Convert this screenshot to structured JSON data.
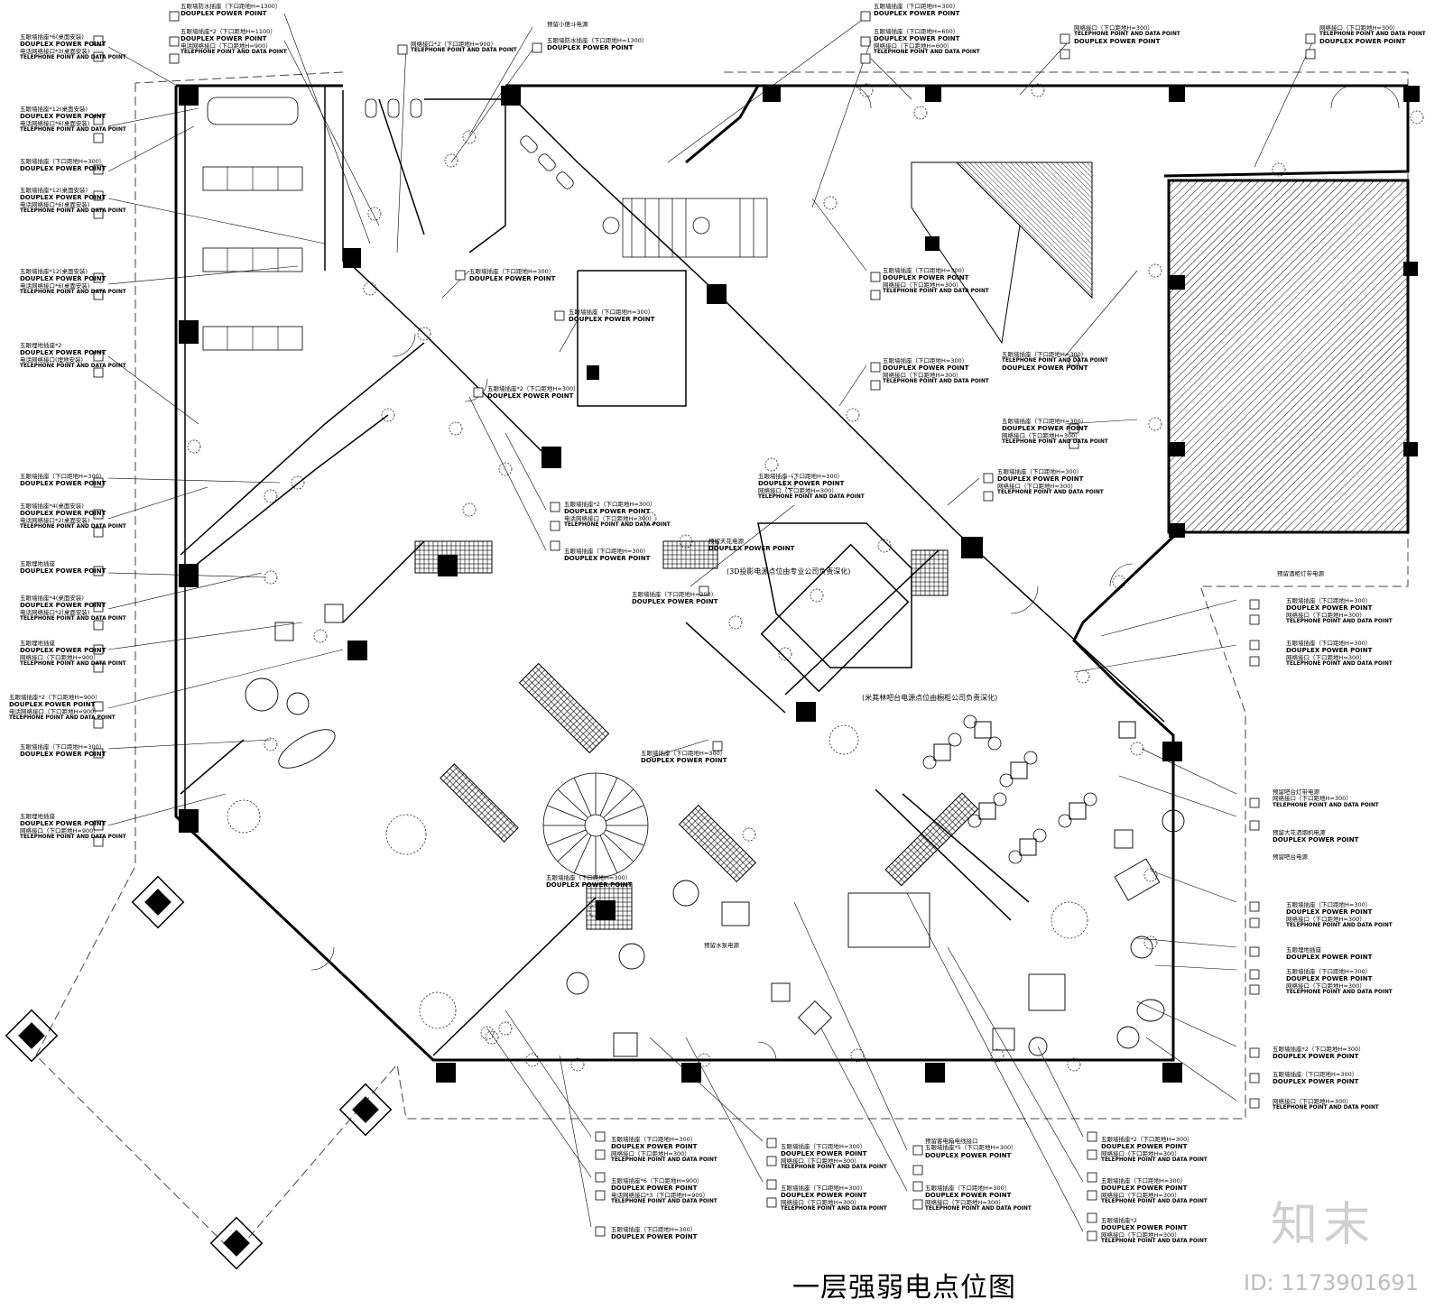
{
  "title": "一层强弱电点位图",
  "watermark": {
    "logo": "知末",
    "id": "ID: 1173901691"
  },
  "notes": {
    "projection": "(3D投影电源点位由专业公司负责深化)",
    "kitchen": "(米其林吧台电源点位由橱柜公司负责深化)",
    "reserved_ceiling": "预留天花电源"
  },
  "labels": {
    "l1": {
      "cn": "五眼墙插座*6(桌面安装)",
      "en": "DOUPLEX POWER POINT"
    },
    "l1b": {
      "cn": "电话网络接口*3(桌面安装)",
      "en": "TELEPHONE POINT AND DATA POINT"
    },
    "l2": {
      "cn": "五眼墙插座*12(桌面安装)",
      "en": "DOUPLEX POWER POINT"
    },
    "l2b": {
      "cn": "电话网络接口*6(桌面安装)",
      "en": "TELEPHONE POINT AND DATA POINT"
    },
    "l3": {
      "cn": "五眼墙插座（下口距地H=300）",
      "en": "DOUPLEX POWER POINT"
    },
    "l4": {
      "cn": "五眼墙插座*12(桌面安装)",
      "en": "DOUPLEX POWER POINT"
    },
    "l4b": {
      "cn": "电话网络接口*6(桌面安装)",
      "en": "TELEPHONE POINT AND DATA POINT"
    },
    "l5": {
      "cn": "五眼墙插座*12(桌面安装)",
      "en": "DOUPLEX POWER POINT"
    },
    "l5b": {
      "cn": "电话网络接口*6(桌面安装)",
      "en": "TELEPHONE POINT AND DATA POINT"
    },
    "l6": {
      "cn": "五眼埋地插座*2",
      "en": "DOUPLEX POWER POINT"
    },
    "l6b": {
      "cn": "电话网络接口(埋地安装)",
      "en": "TELEPHONE POINT AND DATA POINT"
    },
    "l7": {
      "cn": "五眼墙插座（下口距地H=300）",
      "en": "DOUPLEX POWER POINT"
    },
    "l8": {
      "cn": "五眼墙插座*4(桌面安装)",
      "en": "DOUPLEX POWER POINT"
    },
    "l8b": {
      "cn": "电话网络接口*2(桌面安装)",
      "en": "TELEPHONE POINT AND DATA POINT"
    },
    "l9": {
      "cn": "五眼埋地插座",
      "en": "DOUPLEX POWER POINT"
    },
    "l10": {
      "cn": "五眼墙插座*4(桌面安装)",
      "en": "DOUPLEX POWER POINT"
    },
    "l10b": {
      "cn": "电话网络接口*2(桌面安装)",
      "en": "TELEPHONE POINT AND DATA POINT"
    },
    "l11": {
      "cn": "五眼埋地插座",
      "en": "DOUPLEX POWER POINT"
    },
    "l11b": {
      "cn": "网络接口（下口距地H=900）",
      "en": "TELEPHONE POINT AND DATA POINT"
    },
    "l12": {
      "cn": "五眼墙插座*2（下口距地H=900）",
      "en": "DOUPLEX POWER POINT"
    },
    "l12b": {
      "cn": "电话网络接口（下口距地H=900）",
      "en": "TELEPHONE POINT AND DATA POINT"
    },
    "l13": {
      "cn": "五眼墙插座（下口距地H=300）",
      "en": "DOUPLEX POWER POINT"
    },
    "l14": {
      "cn": "五眼埋地插座",
      "en": "DOUPLEX POWER POINT"
    },
    "l14b": {
      "cn": "网络接口（下口距地H=900）",
      "en": "TELEPHONE POINT AND DATA POINT"
    },
    "t1": {
      "cn": "五眼墙防水插座（下口距地H=1300）",
      "en": "DOUPLEX POWER POINT"
    },
    "t2": {
      "cn": "五眼墙插座*2（下口距地H=1100）",
      "en": "DOUPLEX POWER POINT"
    },
    "t2b": {
      "cn": "电话网络接口（下口距地H=900）",
      "en": "TELEPHONE POINT AND DATA POINT"
    },
    "t3": {
      "cn": "网络接口*2（下口距地H=900）",
      "en": "TELEPHONE POINT AND DATA POINT"
    },
    "t4": {
      "cn": "预留小便斗电源",
      "en": ""
    },
    "t5": {
      "cn": "五眼墙防水插座（下口距地H=1300）",
      "en": "DOUPLEX POWER POINT"
    },
    "t6": {
      "cn": "五眼墙插座（下口距地H=300）",
      "en": "DOUPLEX POWER POINT"
    },
    "t7": {
      "cn": "五眼墙插座（下口距地H=600）",
      "en": "DOUPLEX POWER POINT"
    },
    "t7b": {
      "cn": "网络接口（下口距地H=600）",
      "en": "TELEPHONE POINT AND DATA POINT"
    },
    "t8": {
      "cn": "网络接口（下口距地H=300）",
      "en": "TELEPHONE POINT AND DATA POINT"
    },
    "t8b": {
      "cn": "",
      "en": "DOUPLEX POWER POINT"
    },
    "t9": {
      "cn": "网络接口（下口距地H=300）",
      "en": "TELEPHONE POINT AND DATA POINT"
    },
    "t9b": {
      "cn": "",
      "en": "DOUPLEX POWER POINT"
    },
    "m1": {
      "cn": "五眼墙插座（下口距地H=300）",
      "en": "DOUPLEX POWER POINT"
    },
    "m2": {
      "cn": "五眼墙插座（下口距地H=300）",
      "en": "DOUPLEX POWER POINT"
    },
    "m3": {
      "cn": "五眼墙插座*2（下口距地H=300）",
      "en": "DOUPLEX POWER POINT"
    },
    "m4": {
      "cn": "五眼墙插座*2（下口距地H=300）",
      "en": "DOUPLEX POWER POINT"
    },
    "m4b": {
      "cn": "电话网络接口（下口距地H=300）",
      "en": "TELEPHONE POINT AND DATA POINT"
    },
    "m5": {
      "cn": "五眼墙插座（下口距地H=300）",
      "en": "DOUPLEX POWER POINT"
    },
    "m6": {
      "cn": "五眼墙插座（下口距地H=300）",
      "en": "DOUPLEX POWER POINT"
    },
    "m6b": {
      "cn": "网络接口（下口距地H=300）",
      "en": "TELEPHONE POINT AND DATA POINT"
    },
    "m7": {
      "cn": "五眼墙插座（下口距地H=300）",
      "en": "DOUPLEX POWER POINT"
    },
    "m7b": {
      "cn": "网络接口（下口距地H=300）",
      "en": "TELEPHONE POINT AND DATA POINT"
    },
    "m8": {
      "cn": "五眼墙插座（下口距地H=300）",
      "en": "DOUPLEX POWER POINT"
    },
    "m9": {
      "cn": "五眼墙插座（下口距地H=300）",
      "en": "DOUPLEX POWER POINT"
    },
    "m10": {
      "cn": "五眼墙插座（下口距地H=300）",
      "en": "DOUPLEX POWER POINT"
    },
    "m10b": {
      "cn": "网络接口（下口距地H=300）",
      "en": "TELEPHONE POINT AND DATA POINT"
    },
    "m11": {
      "cn": "五眼墙插座（下口距地H=300）",
      "en": "DOUPLEX POWER POINT"
    },
    "m11b": {
      "cn": "网络接口（下口距地H=300）",
      "en": "TELEPHONE POINT AND DATA POINT"
    },
    "m12": {
      "cn": "五眼墙插座（下口距地H=300）",
      "en": "DOUPLEX POWER POINT"
    },
    "m12b": {
      "cn": "网络接口（下口距地H=300）",
      "en": "TELEPHONE POINT AND DATA POINT"
    },
    "m13": {
      "cn": "五眼墙插座（下口距地H=300）",
      "en": "DOUPLEX POWER POINT"
    },
    "m13b": {
      "cn": "网络接口（下口距地H=300）",
      "en": "TELEPHONE POINT AND DATA POINT"
    },
    "m14": {
      "cn": "预留天花电源",
      "en": "DOUPLEX POWER POINT"
    },
    "m15": {
      "cn": "预留水泵电源",
      "en": ""
    },
    "m16": {
      "cn": "五眼墙插座（下口距地H=300）",
      "en": "DOUPLEX POWER POINT"
    },
    "m17": {
      "cn": "预留水泵电源",
      "en": ""
    },
    "r1": {
      "cn": "预留酒柜灯带电源",
      "en": ""
    },
    "r2": {
      "cn": "五眼墙插座（下口距地H=300）",
      "en": "DOUPLEX POWER POINT"
    },
    "r2b": {
      "cn": "网络接口（下口距地H=300）",
      "en": "TELEPHONE POINT AND DATA POINT"
    },
    "r3": {
      "cn": "五眼墙插座（下口距地H=300）",
      "en": "DOUPLEX POWER POINT"
    },
    "r3b": {
      "cn": "网络接口（下口距地H=300）",
      "en": "TELEPHONE POINT AND DATA POINT"
    },
    "r4": {
      "cn": "预留吧台灯带电源",
      "en": ""
    },
    "r4b": {
      "cn": "网络接口（下口距地H=300）",
      "en": "TELEPHONE POINT AND DATA POINT"
    },
    "r5": {
      "cn": "预留大花洒烟机电源",
      "en": "DOUPLEX POWER POINT"
    },
    "r6": {
      "cn": "预留吧台电源",
      "en": ""
    },
    "r7": {
      "cn": "五眼墙插座（下口距地H=300）",
      "en": "DOUPLEX POWER POINT"
    },
    "r7b": {
      "cn": "网络接口（下口距地H=300）",
      "en": "TELEPHONE POINT AND DATA POINT"
    },
    "r8": {
      "cn": "五眼埋地插座",
      "en": "DOUPLEX POWER POINT"
    },
    "r9": {
      "cn": "五眼墙插座（下口距地H=300）",
      "en": "DOUPLEX POWER POINT"
    },
    "r9b": {
      "cn": "网络接口（下口距地H=300）",
      "en": "TELEPHONE POINT AND DATA POINT"
    },
    "r10": {
      "cn": "五眼墙插座*2（下口距地H=300）",
      "en": "DOUPLEX POWER POINT"
    },
    "r11": {
      "cn": "五眼墙插座（下口距地H=300）",
      "en": "DOUPLEX POWER POINT"
    },
    "r12": {
      "cn": "网络接口（下口距地H=300）",
      "en": "TELEPHONE POINT AND DATA POINT"
    },
    "b1": {
      "cn": "五眼墙插座（下口距地H=300）",
      "en": "DOUPLEX POWER POINT"
    },
    "b1b": {
      "cn": "网络接口（下口距地H=300）",
      "en": "TELEPHONE POINT AND DATA POINT"
    },
    "b2": {
      "cn": "五眼墙插座*6（下口距地H=900）",
      "en": "DOUPLEX POWER POINT"
    },
    "b2b": {
      "cn": "电话网络接口*3（下口距地H=900）",
      "en": "TELEPHONE POINT AND DATA POINT"
    },
    "b3": {
      "cn": "五眼墙插座（下口距地H=300）",
      "en": "DOUPLEX POWER POINT"
    },
    "b4": {
      "cn": "五眼墙插座（下口距地H=300）",
      "en": "DOUPLEX POWER POINT"
    },
    "b4b": {
      "cn": "网络接口（下口距地H=300）",
      "en": "TELEPHONE POINT AND DATA POINT"
    },
    "b5": {
      "cn": "五眼墙插座（下口距地H=300）",
      "en": "DOUPLEX POWER POINT"
    },
    "b5b": {
      "cn": "网络接口（下口距地H=300）",
      "en": "TELEPHONE POINT AND DATA POINT"
    },
    "b6": {
      "cn": "预留客电箱电线接口",
      "en": ""
    },
    "b6b": {
      "cn": "五眼墙插座*5（下口距地H=300）",
      "en": "DOUPLEX POWER POINT"
    },
    "b7": {
      "cn": "五眼墙插座（下口距地H=300）",
      "en": "DOUPLEX POWER POINT"
    },
    "b7b": {
      "cn": "网络接口（下口距地H=300）",
      "en": "TELEPHONE POINT AND DATA POINT"
    },
    "b8": {
      "cn": "五眼墙插座*2（下口距地H=300）",
      "en": "DOUPLEX POWER POINT"
    },
    "b8b": {
      "cn": "网络接口（下口距地H=300）",
      "en": "TELEPHONE POINT AND DATA POINT"
    },
    "b9": {
      "cn": "五眼墙插座（下口距地H=300）",
      "en": "DOUPLEX POWER POINT"
    },
    "b9b": {
      "cn": "网络接口（下口距地H=300）",
      "en": "TELEPHONE POINT AND DATA POINT"
    },
    "b10": {
      "cn": "五眼墙插座*2",
      "en": "DOUPLEX POWER POINT"
    },
    "b10b": {
      "cn": "网络接口（下口距地H=300）",
      "en": "TELEPHONE POINT AND DATA POINT"
    }
  }
}
